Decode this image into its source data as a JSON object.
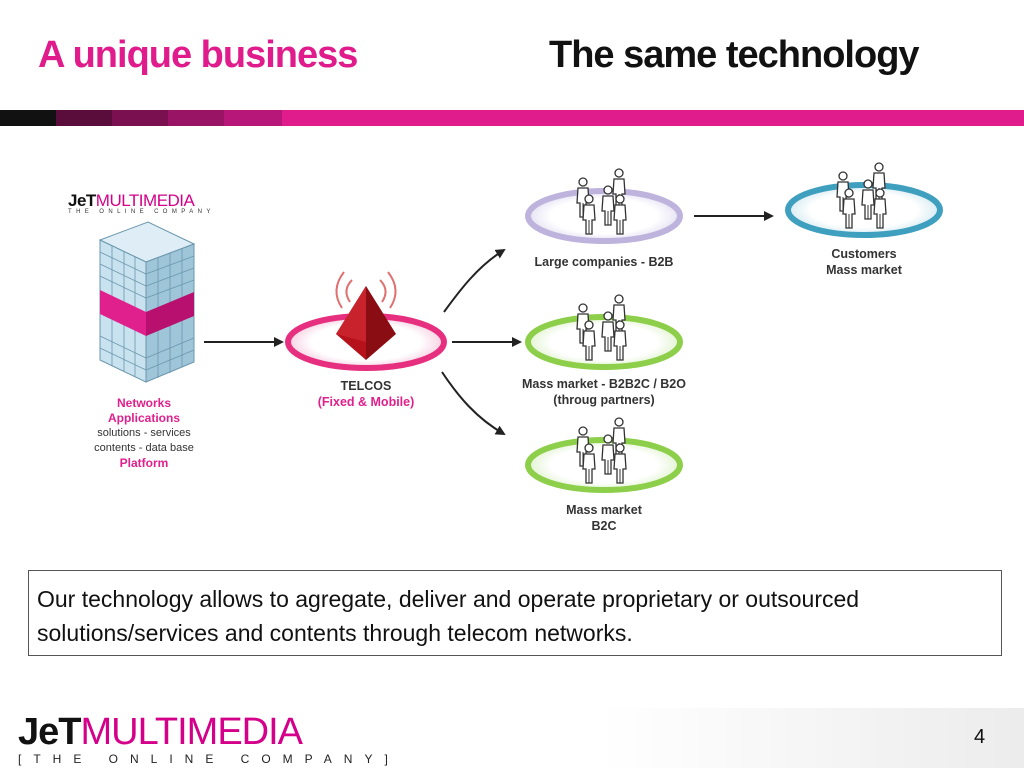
{
  "header": {
    "title_left": "A unique business",
    "title_right": "The same technology"
  },
  "colors": {
    "magenta": "#e01c8c",
    "band_dark": "#111111",
    "band_shades": [
      "#5a0c3a",
      "#7a1050",
      "#9a1466",
      "#b8177a"
    ],
    "telcos_ring": "#e6307f",
    "b2b_ring": "#bdb3dc",
    "mass_ring": "#8dcf4a",
    "customers_ring": "#3f9fbe",
    "pyramid": "#b5121b"
  },
  "diagram": {
    "platform": {
      "logo_main_a": "JeT",
      "logo_main_b": "MULTIMEDIA",
      "logo_tag": "THE ONLINE COMPANY",
      "line1": "Networks",
      "line2": "Applications",
      "line3": "solutions - services",
      "line4": "contents - data base",
      "line5": "Platform"
    },
    "telcos": {
      "name": "TELCOS",
      "sub": "(Fixed & Mobile)"
    },
    "b2b": {
      "label": "Large companies - B2B"
    },
    "b2b2c": {
      "line1": "Mass market - B2B2C / B2O",
      "line2": "(throug partners)"
    },
    "b2c": {
      "line1": "Mass market",
      "line2": "B2C"
    },
    "customers": {
      "line1": "Customers",
      "line2": "Mass market"
    }
  },
  "description": "Our technology allows to agregate, deliver and operate proprietary or outsourced solutions/services and contents through telecom networks.",
  "footer": {
    "logo_main_a": "JeT",
    "logo_main_b": "MULTIMEDIA",
    "logo_tag": "[THE ONLINE COMPANY]",
    "page_number": "4"
  }
}
